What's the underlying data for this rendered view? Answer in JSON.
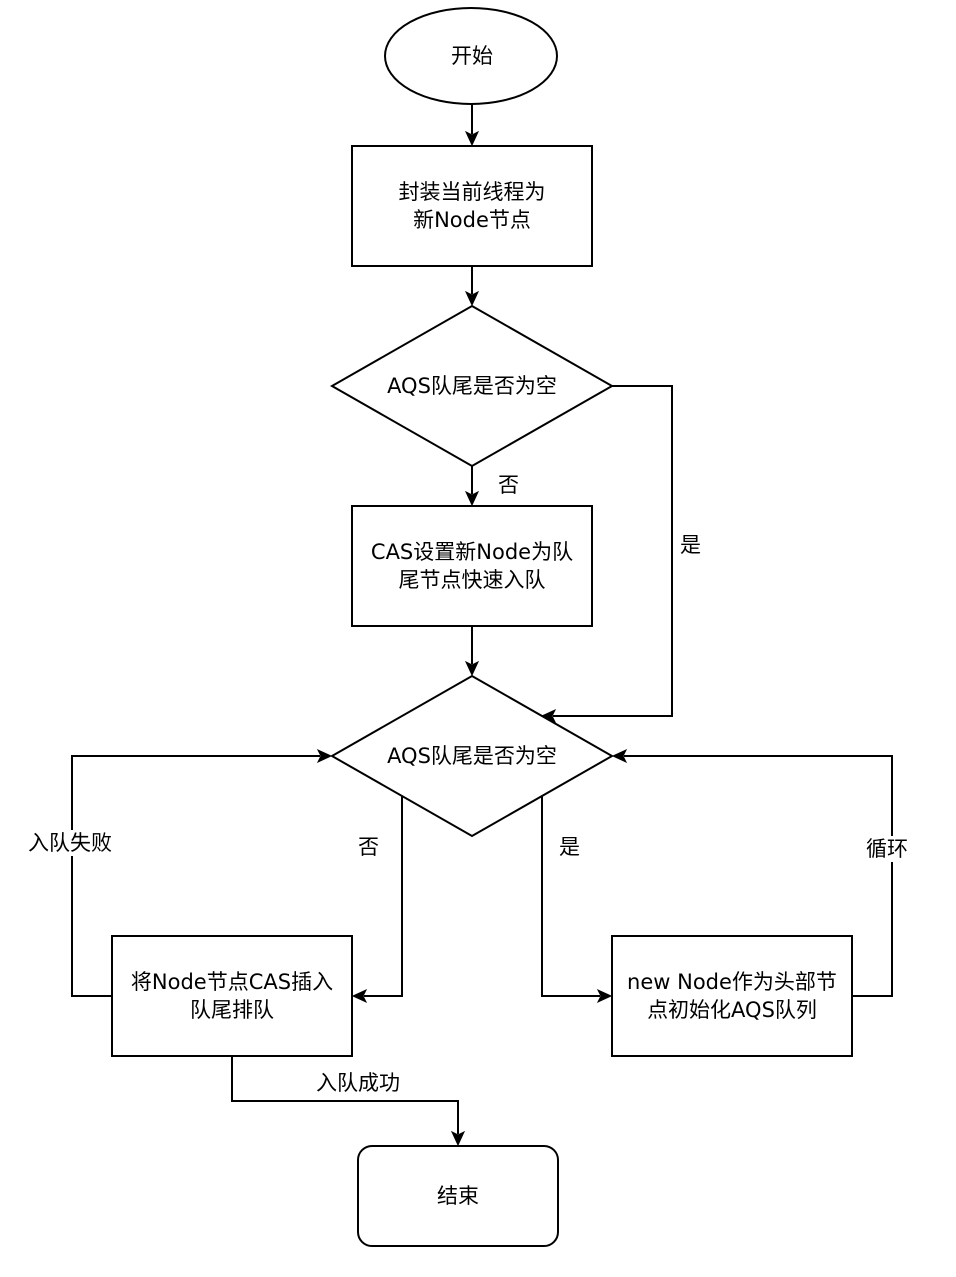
{
  "nodes": {
    "start": "开始",
    "wrap_node": [
      "封装当前线程为",
      "新Node节点"
    ],
    "check_tail_1": "AQS队尾是否为空",
    "cas_set_tail": [
      "CAS设置新Node为队",
      "尾节点快速入队"
    ],
    "check_tail_2": "AQS队尾是否为空",
    "cas_insert": [
      "将Node节点CAS插入",
      "队尾排队"
    ],
    "init_head": [
      "new Node作为头部节",
      "点初始化AQS队列"
    ],
    "end": "结束"
  },
  "edges": {
    "no_1": "否",
    "yes_1": "是",
    "no_2": "否",
    "yes_2": "是",
    "enqueue_fail": "入队失败",
    "loop": "循环",
    "enqueue_success": "入队成功"
  }
}
